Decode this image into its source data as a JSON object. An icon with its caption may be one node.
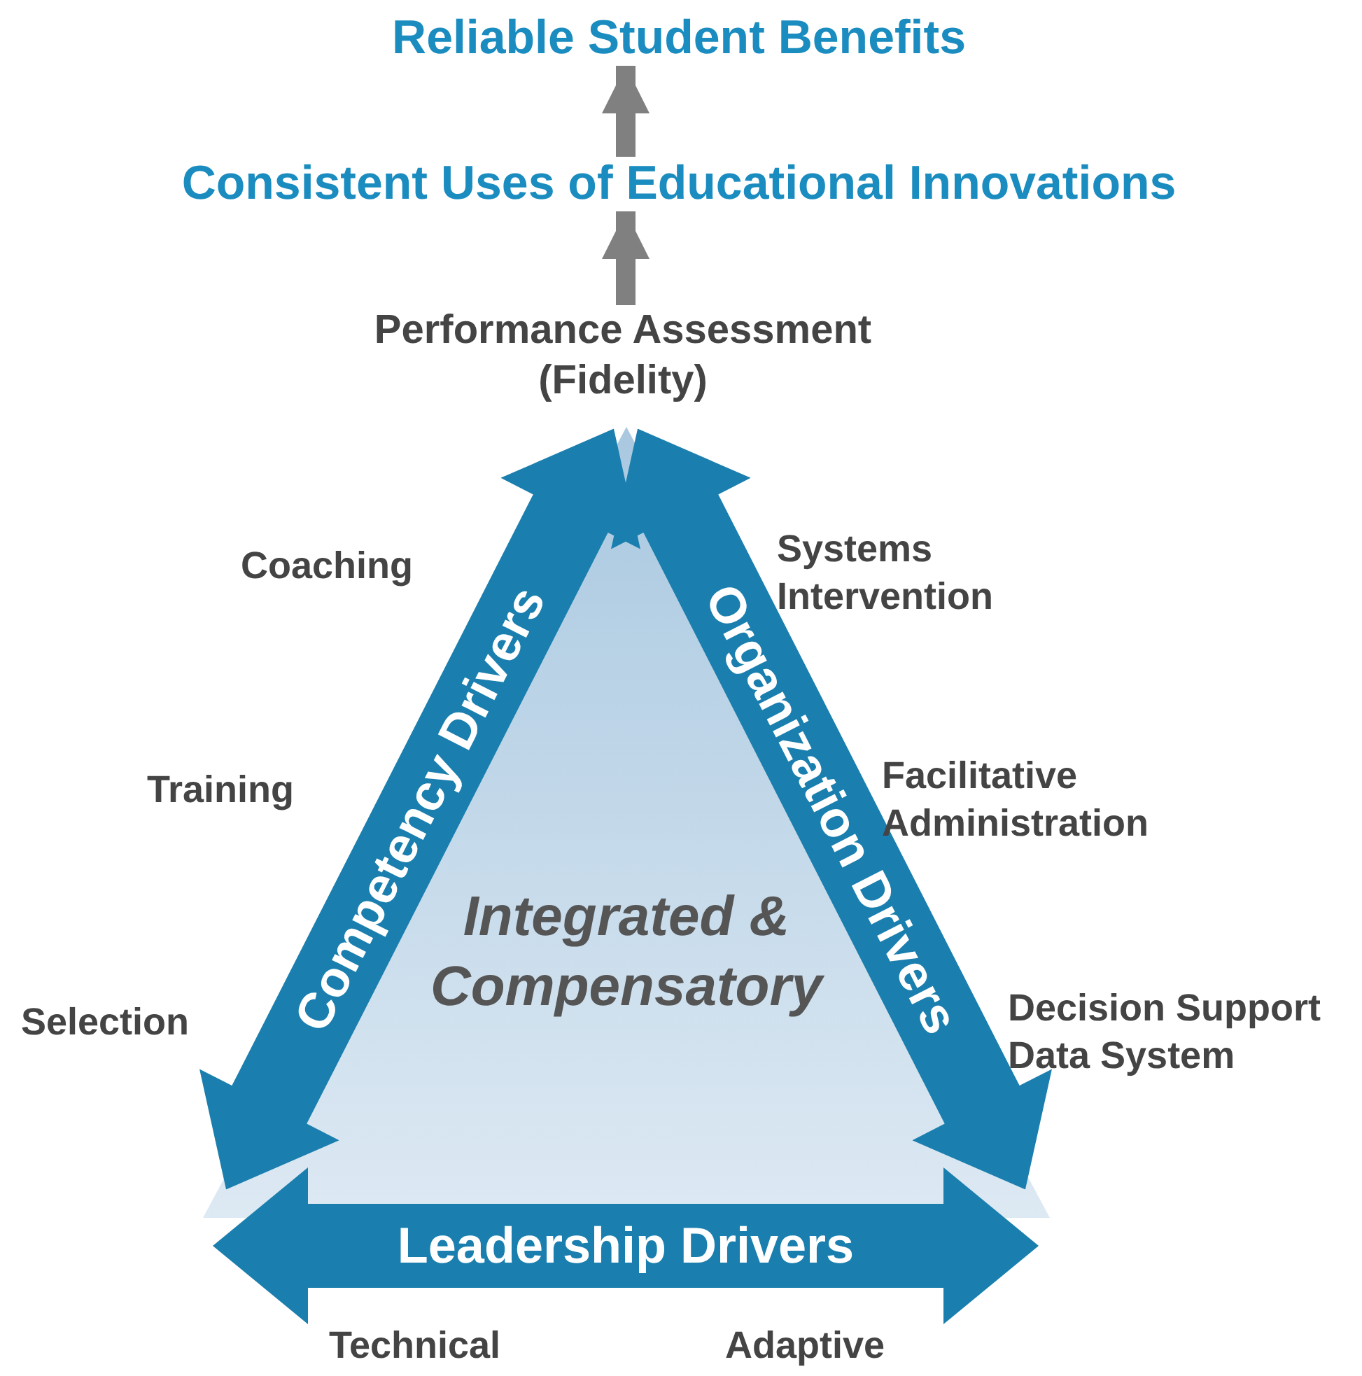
{
  "diagram": {
    "nodes": [
      {
        "text": [
          "Reliable Student Benefits"
        ]
      },
      {
        "text": [
          "Consistent Uses of Educational Innovations"
        ]
      },
      {
        "text": [
          "Performance Assessment (Fidelity)"
        ]
      },
      {
        "text": [
          "Integrated & Compensatory"
        ]
      },
      {
        "text": [
          "Competency Drivers"
        ]
      },
      {
        "text": [
          "Organization Drivers"
        ]
      },
      {
        "text": [
          "Leadership Drivers"
        ]
      }
    ],
    "edges": [
      {
        "from": 1,
        "to": 0,
        "arrow": "to"
      },
      {
        "from": 2,
        "to": 1,
        "arrow": "to"
      }
    ],
    "labels": [
      "Coaching",
      "Systems Intervention",
      "Training",
      "Facilitative Administration",
      "Selection",
      "Decision Support Data System",
      "Technical",
      "Adaptive"
    ]
  }
}
